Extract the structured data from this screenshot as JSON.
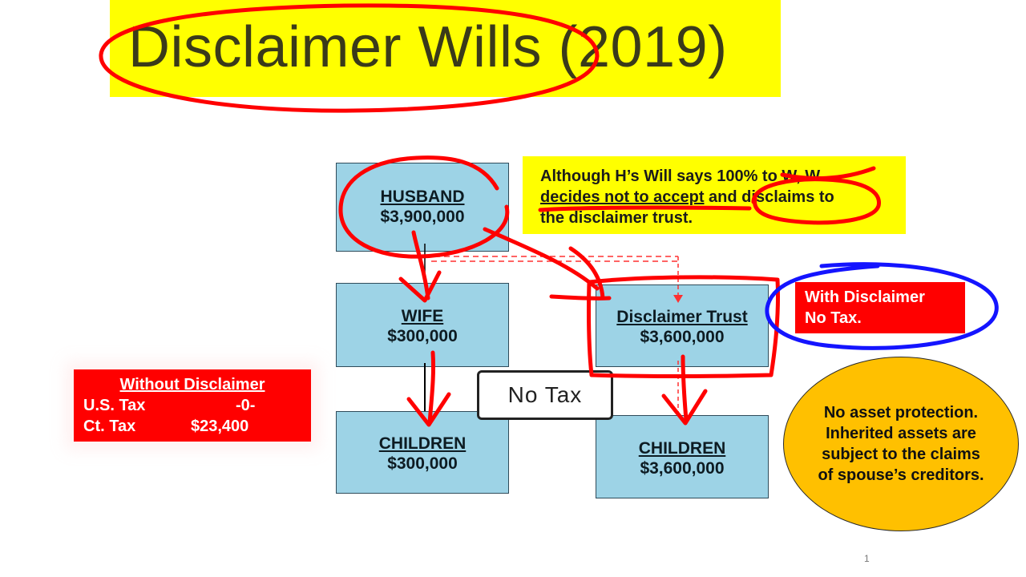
{
  "title": "Disclaimer Wills (2019)",
  "husband": {
    "label": "HUSBAND",
    "amount": "$3,900,000"
  },
  "wife": {
    "label": "WIFE",
    "amount": "$300,000"
  },
  "children_left": {
    "label": "CHILDREN",
    "amount": "$300,000"
  },
  "trust": {
    "label": "Disclaimer Trust",
    "amount": "$3,600,000"
  },
  "children_right": {
    "label": "CHILDREN",
    "amount": "$3,600,000"
  },
  "note": {
    "line1": "Although H’s Will says 100% to W, W",
    "line2_underlined": "decides not to accept",
    "line2_rest": " and disclaims to",
    "line3": "the disclaimer trust."
  },
  "with_disclaimer": {
    "line1": "With Disclaimer",
    "line2": "No Tax."
  },
  "without_disclaimer": {
    "heading": "Without Disclaimer",
    "rows": [
      {
        "label": "U.S. Tax",
        "value": "-0-"
      },
      {
        "label": "Ct. Tax",
        "value": "$23,400"
      }
    ]
  },
  "no_tax_label": "No Tax",
  "asset_note": "No asset protection. Inherited assets are subject to the claims of spouse’s creditors.",
  "page_number": "1",
  "colors": {
    "title_bg": "#ffff00",
    "box_fill": "#9dd3e6",
    "red_box": "#ff0000",
    "ellipse_fill": "#ffc000",
    "annotation_red": "#ff0000",
    "annotation_blue": "#1414ff"
  }
}
